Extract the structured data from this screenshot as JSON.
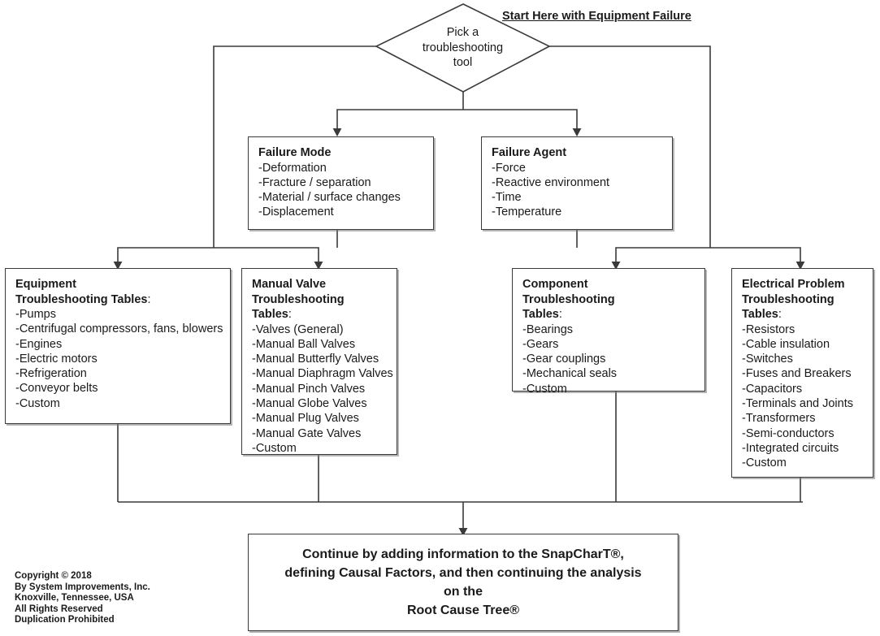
{
  "start_title": "Start Here with Equipment Failure",
  "decision": {
    "name": "pick-a-troubleshooting-tool",
    "lines": [
      "Pick a",
      "troubleshooting",
      "tool"
    ]
  },
  "mid_boxes": [
    {
      "id": "failure-mode",
      "heading": [
        "Failure Mode"
      ],
      "items": [
        "-Deformation",
        "-Fracture / separation",
        "-Material / surface changes",
        "-Displacement"
      ]
    },
    {
      "id": "failure-agent",
      "heading": [
        "Failure Agent"
      ],
      "items": [
        "-Force",
        "-Reactive environment",
        "-Time",
        "-Temperature"
      ]
    }
  ],
  "table_boxes": [
    {
      "id": "equipment-troubleshooting-tables",
      "heading": [
        "Equipment",
        "Troubleshooting Tables"
      ],
      "heading_suffix": ":",
      "items": [
        "-Pumps",
        "-Centrifugal compressors, fans, blowers",
        "-Engines",
        "-Electric motors",
        "-Refrigeration",
        "-Conveyor belts",
        "-Custom"
      ]
    },
    {
      "id": "manual-valve-troubleshooting-tables",
      "heading": [
        "Manual Valve",
        "Troubleshooting",
        "Tables"
      ],
      "heading_suffix": ":",
      "items": [
        "-Valves (General)",
        "-Manual Ball Valves",
        "-Manual Butterfly Valves",
        "-Manual Diaphragm Valves",
        "-Manual Pinch Valves",
        "-Manual Globe Valves",
        "-Manual Plug Valves",
        "-Manual Gate Valves",
        "-Custom"
      ]
    },
    {
      "id": "component-troubleshooting-tables",
      "heading": [
        "Component",
        "Troubleshooting",
        "Tables"
      ],
      "heading_suffix": ":",
      "items": [
        "-Bearings",
        "-Gears",
        "-Gear couplings",
        "-Mechanical seals",
        "-Custom"
      ]
    },
    {
      "id": "electrical-problem-troubleshooting-tables",
      "heading": [
        "Electrical Problem",
        "Troubleshooting",
        "Tables"
      ],
      "heading_suffix": ":",
      "items": [
        "-Resistors",
        "-Cable insulation",
        "-Switches",
        "-Fuses and Breakers",
        "-Capacitors",
        "-Terminals and Joints",
        "-Transformers",
        "-Semi-conductors",
        "-Integrated circuits",
        "-Custom"
      ]
    }
  ],
  "final_box": {
    "lines": [
      "Continue by adding information to the SnapCharT®,",
      "defining Causal Factors, and then continuing the analysis",
      "on the",
      "Root Cause Tree®"
    ]
  },
  "copyright": [
    "Copyright © 2018",
    "By System Improvements, Inc.",
    "Knoxville, Tennessee, USA",
    "All Rights Reserved",
    "Duplication Prohibited"
  ],
  "colors": {
    "line": "#3a3a3a",
    "text": "#1a1a1a",
    "background": "#ffffff",
    "shadow": "#787878"
  }
}
